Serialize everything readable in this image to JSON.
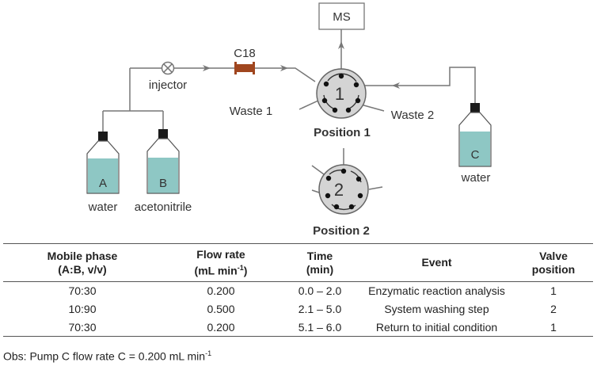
{
  "diagram": {
    "ms_label": "MS",
    "c18_label": "C18",
    "injector_label": "injector",
    "waste1_label": "Waste 1",
    "waste2_label": "Waste 2",
    "valve1_number": "1",
    "valve2_number": "2",
    "position1_label": "Position 1",
    "position2_label": "Position 2",
    "bottles": [
      {
        "letter": "A",
        "label": "water"
      },
      {
        "letter": "B",
        "label": "acetonitrile"
      },
      {
        "letter": "C",
        "label": "water"
      }
    ],
    "colors": {
      "liquid": "#8ec7c4",
      "column": "#a0461f",
      "valve_fill": "#d4d4d4",
      "cap": "#1a1a1a",
      "tubing": "#777777"
    }
  },
  "table": {
    "headers": [
      {
        "line1": "Mobile phase",
        "line2": "(A:B, v/v)"
      },
      {
        "line1": "Flow rate",
        "line2": "(mL min",
        "sup": "-1",
        "line2_end": ")"
      },
      {
        "line1": "Time",
        "line2": "(min)"
      },
      {
        "line1": "Event",
        "line2": ""
      },
      {
        "line1": "Valve",
        "line2": "position"
      }
    ],
    "rows": [
      [
        "70:30",
        "0.200",
        "0.0 – 2.0",
        "Enzymatic reaction analysis",
        "1"
      ],
      [
        "10:90",
        "0.500",
        "2.1 – 5.0",
        "System washing step",
        "2"
      ],
      [
        "70:30",
        "0.200",
        "5.1 – 6.0",
        "Return to initial condition",
        "1"
      ]
    ]
  },
  "note": {
    "text": "Obs: Pump C flow rate C = 0.200 mL min",
    "sup": "-1"
  }
}
